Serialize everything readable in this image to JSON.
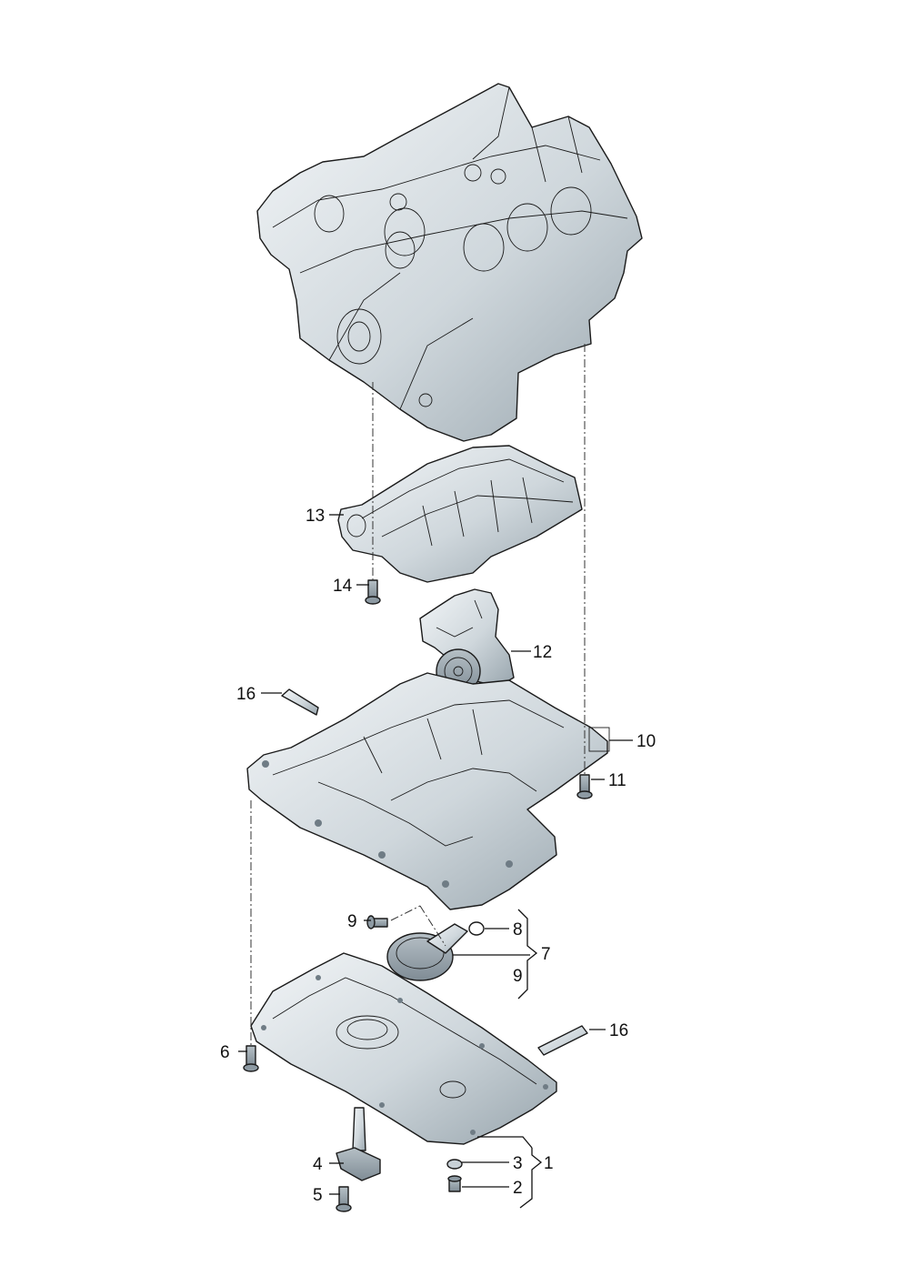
{
  "colors": {
    "part_fill_light": "#e9eef1",
    "part_fill_mid": "#c7d0d6",
    "part_fill_dark": "#8d9aa3",
    "line": "#1a1a1a"
  },
  "callouts": [
    {
      "id": "c13",
      "text": "13"
    },
    {
      "id": "c14",
      "text": "14"
    },
    {
      "id": "c12",
      "text": "12"
    },
    {
      "id": "c16a",
      "text": "16"
    },
    {
      "id": "c10",
      "text": "10"
    },
    {
      "id": "c11",
      "text": "11"
    },
    {
      "id": "c9a",
      "text": "9"
    },
    {
      "id": "c8",
      "text": "8"
    },
    {
      "id": "c7",
      "text": "7"
    },
    {
      "id": "c9b",
      "text": "9"
    },
    {
      "id": "c16b",
      "text": "16"
    },
    {
      "id": "c6",
      "text": "6"
    },
    {
      "id": "c4",
      "text": "4"
    },
    {
      "id": "c3",
      "text": "3"
    },
    {
      "id": "c1",
      "text": "1"
    },
    {
      "id": "c5",
      "text": "5"
    },
    {
      "id": "c2",
      "text": "2"
    }
  ]
}
